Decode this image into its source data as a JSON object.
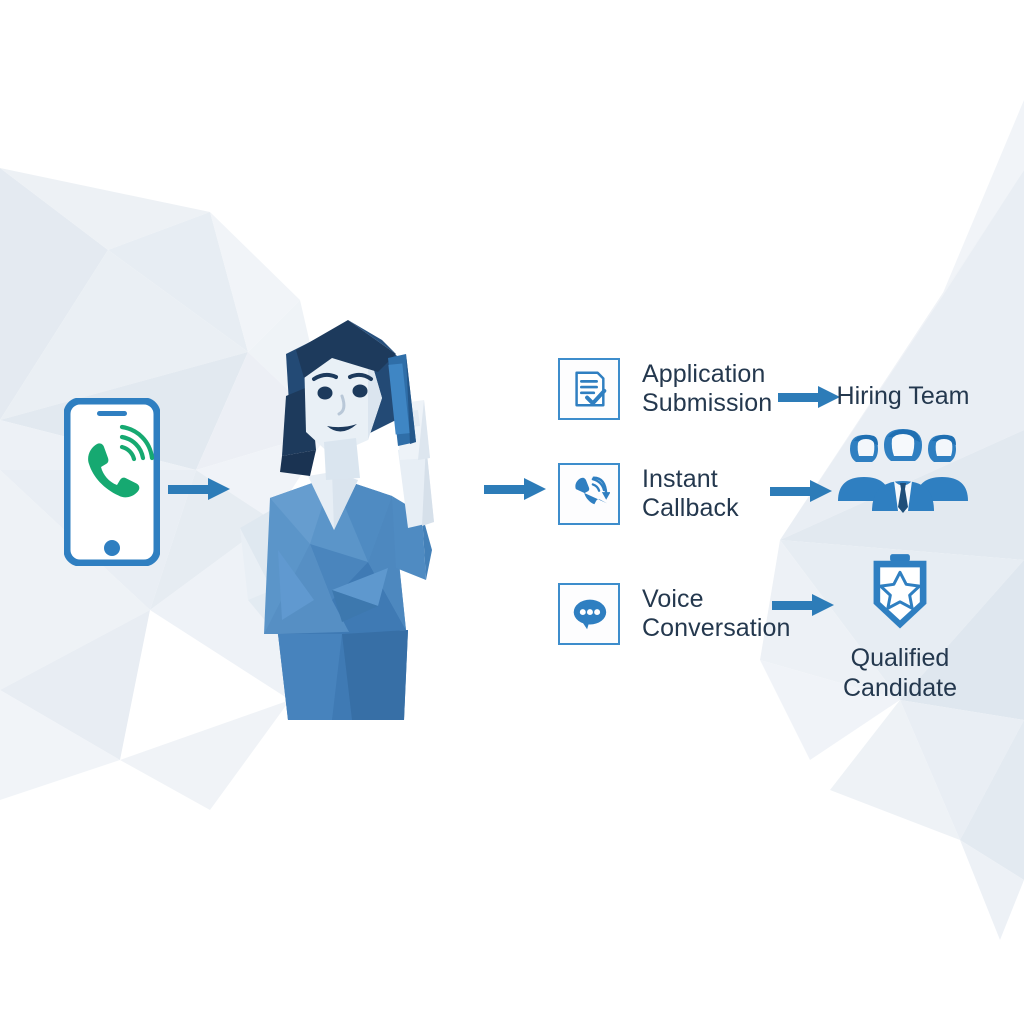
{
  "canvas": {
    "title": "Healthcare Recruitment Instant Callback Flow",
    "background_color": "#ffffff",
    "poly_light": "#eef2f6",
    "poly_mid": "#e2e8ef",
    "poly_dark": "#d5dde6"
  },
  "palette": {
    "accent_blue": "#2f7fc1",
    "deep_blue": "#1f6fb2",
    "arrow_blue": "#2d7cb8",
    "icon_border": "#3d8dcc",
    "text_navy": "#24384e",
    "phone_green": "#16a971",
    "scrub_blue": "#5b95c9",
    "scrub_blue_dark": "#3d78ae",
    "skin_light": "#e7eef4",
    "hair_navy": "#1d3a5c"
  },
  "left_node": {
    "name": "incoming-call-phone",
    "icon": "smartphone-ringing-call-icon",
    "screen_icon": "phone-handset-with-signal-waves",
    "frame_color": "#2f7fc1",
    "glyph_color": "#16a971"
  },
  "person": {
    "name": "nurse-on-phone-illustration",
    "description": "Nurse in blue scrubs talking on mobile phone",
    "uniform_color": "#5b95c9",
    "hair_color": "#1d3a5c"
  },
  "features": [
    {
      "id": "application-submission",
      "icon": "document-checklist-check-icon",
      "label": "Application\nSubmission"
    },
    {
      "id": "instant-callback",
      "icon": "phone-callback-arrow-icon",
      "label": "Instant\nCallback"
    },
    {
      "id": "voice-conversation",
      "icon": "speech-bubble-dots-icon",
      "label": "Voice\nConversation"
    }
  ],
  "outcomes": [
    {
      "id": "hiring-team",
      "icon": "three-people-group-icon",
      "label": "Hiring Team"
    },
    {
      "id": "qualified-candidate",
      "icon": "badge-star-shield-icon",
      "label": "Qualified\nCandidate"
    }
  ],
  "arrows": [
    {
      "id": "phone-to-nurse",
      "direction": "right",
      "color": "#2d7cb8"
    },
    {
      "id": "nurse-to-features",
      "direction": "right",
      "color": "#2d7cb8"
    },
    {
      "id": "application-to-hiring-team",
      "direction": "right",
      "color": "#2d7cb8"
    },
    {
      "id": "callback-to-hiring-team",
      "direction": "right",
      "color": "#2d7cb8"
    },
    {
      "id": "voice-to-qualified-candidate",
      "direction": "right",
      "color": "#2d7cb8"
    }
  ]
}
